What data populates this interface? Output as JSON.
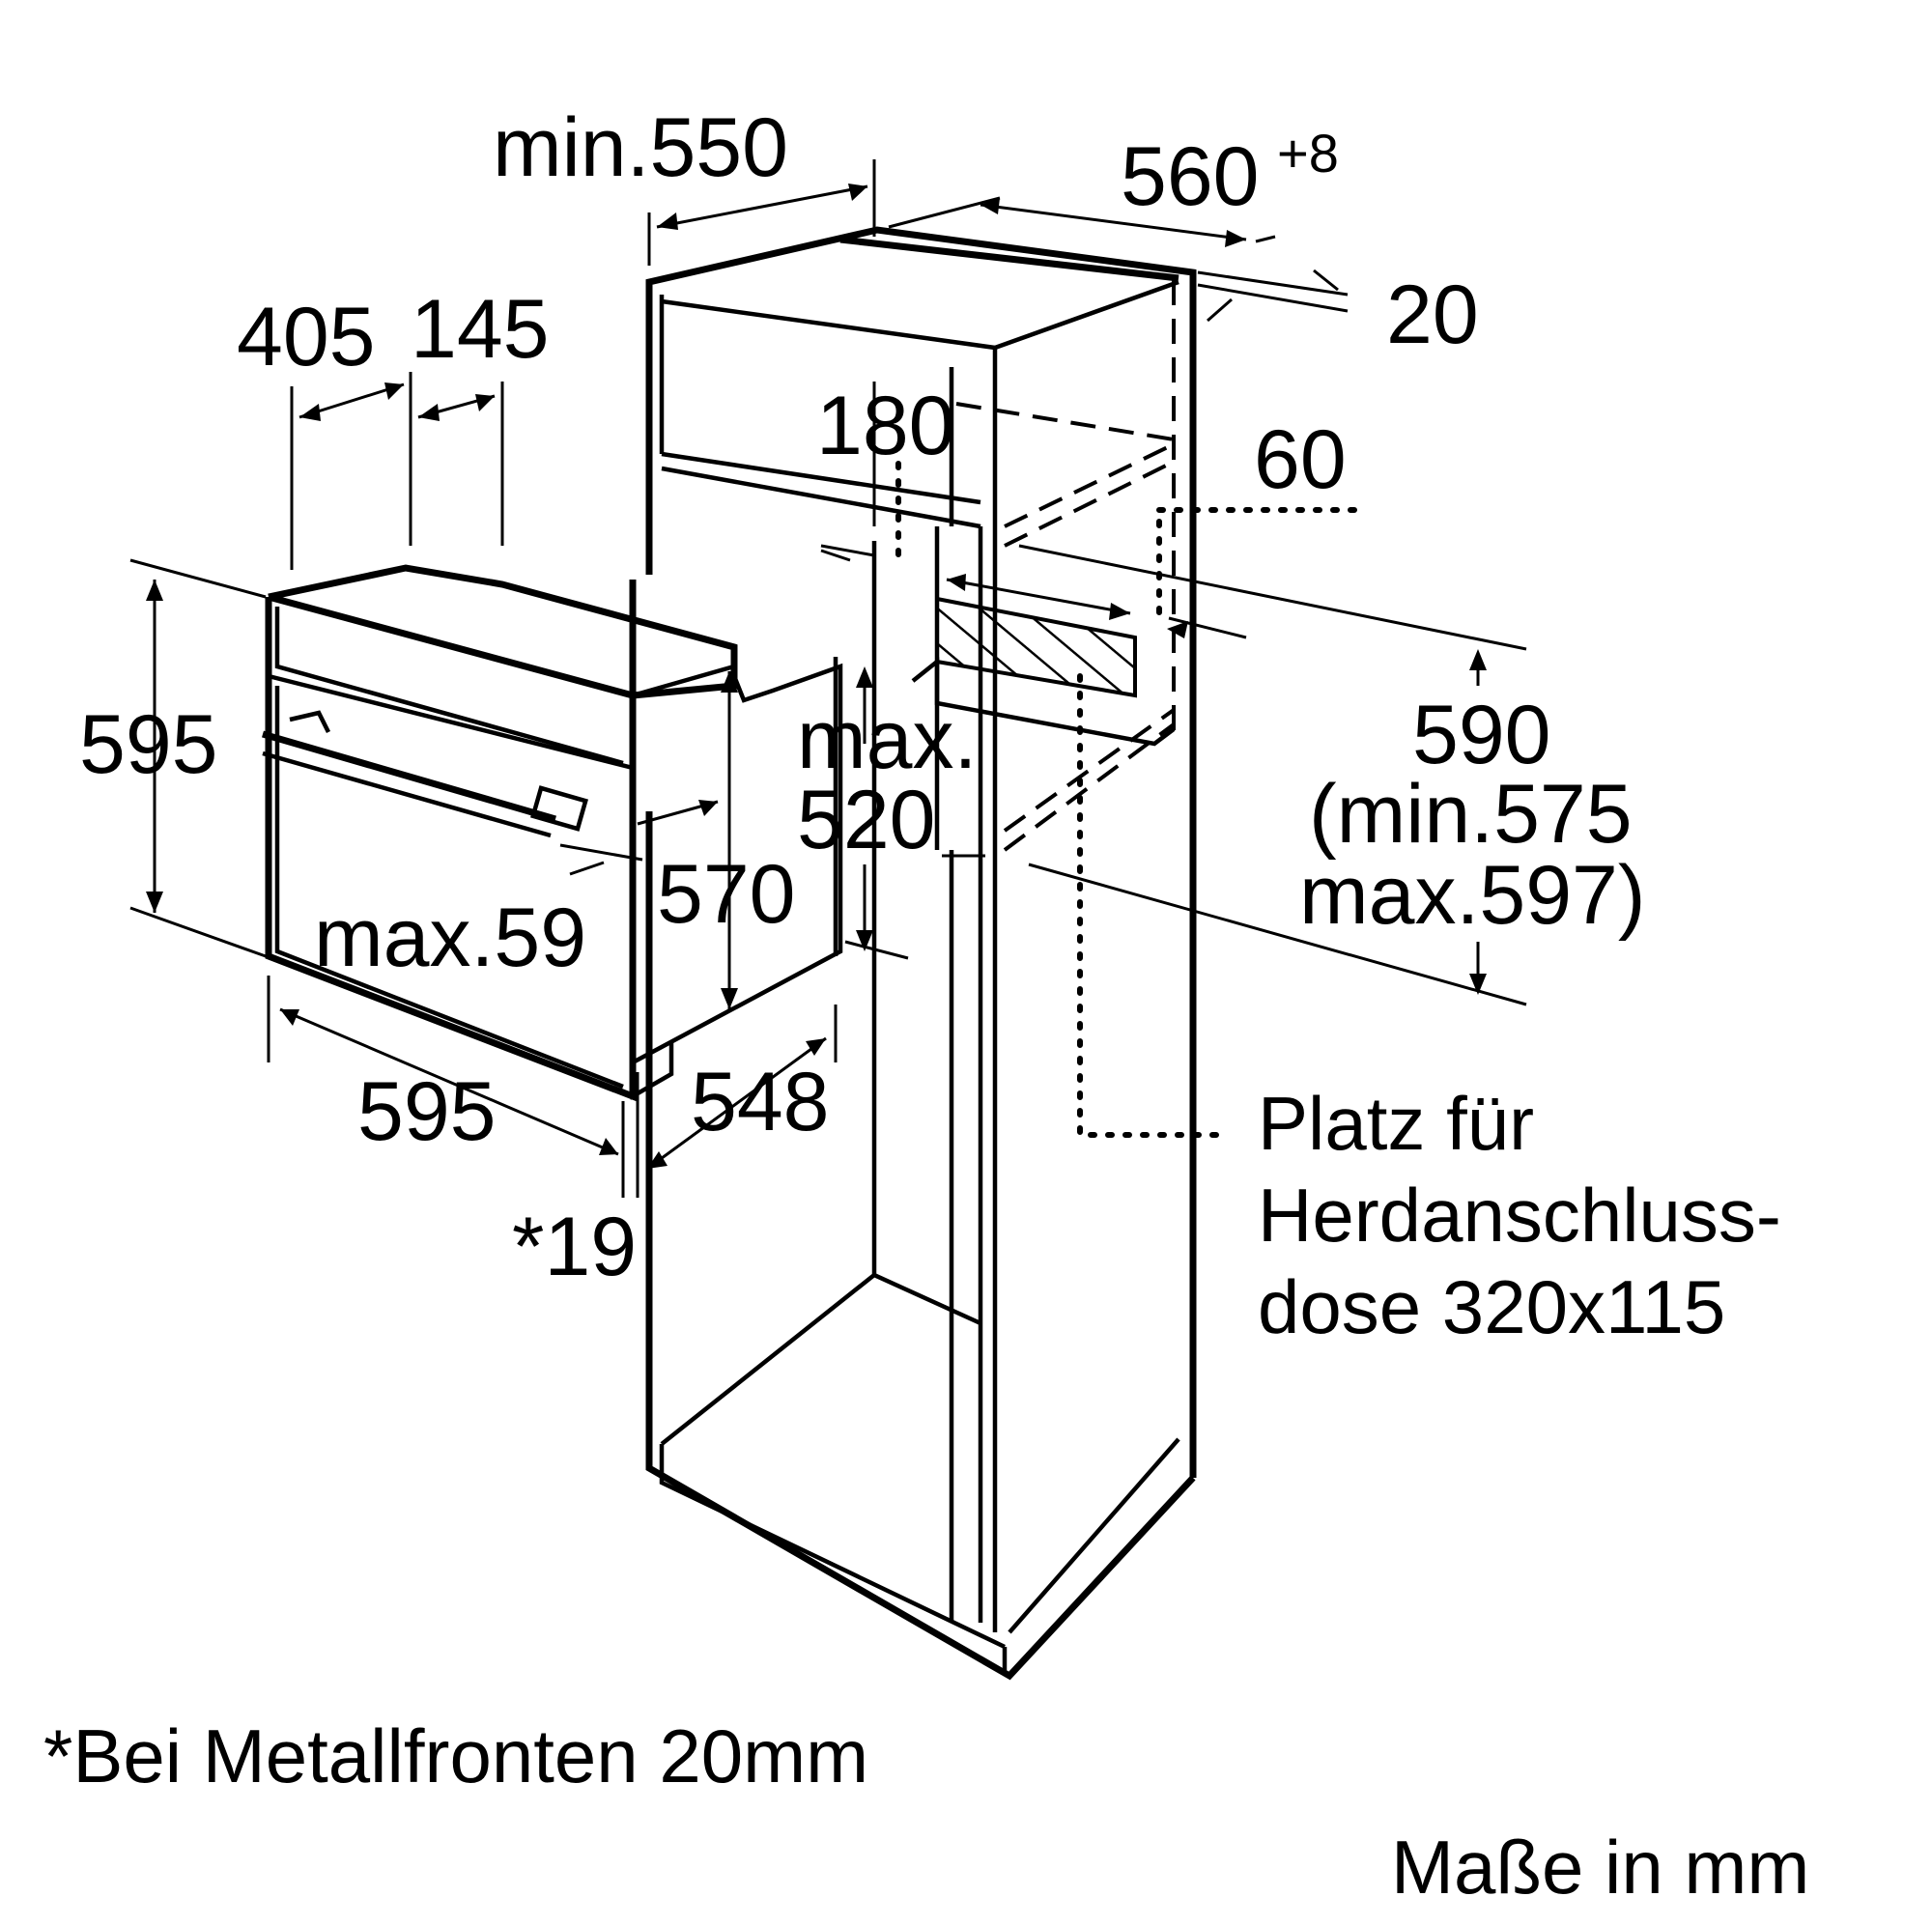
{
  "dimensions": {
    "cabinet_depth": "min.550",
    "opening_width_main": "560",
    "opening_width_tol": "+8",
    "rear_gap": "20",
    "depth_405": "405",
    "depth_145": "145",
    "vent_180": "180",
    "vent_60": "60",
    "oven_height": "595",
    "max_label": "max.",
    "max_520": "520",
    "niche_height": "590",
    "niche_min": "(min.575",
    "niche_max": "max.597)",
    "inner_570": "570",
    "front_max59": "max.59",
    "oven_width": "595",
    "inner_548": "548",
    "front_19": "*19"
  },
  "notes": {
    "socket_line1": "Platz für",
    "socket_line2": "Herdanschluss-",
    "socket_line3": "dose 320x115",
    "footnote": "*Bei Metallfronten 20mm",
    "units": "Maße in mm"
  }
}
